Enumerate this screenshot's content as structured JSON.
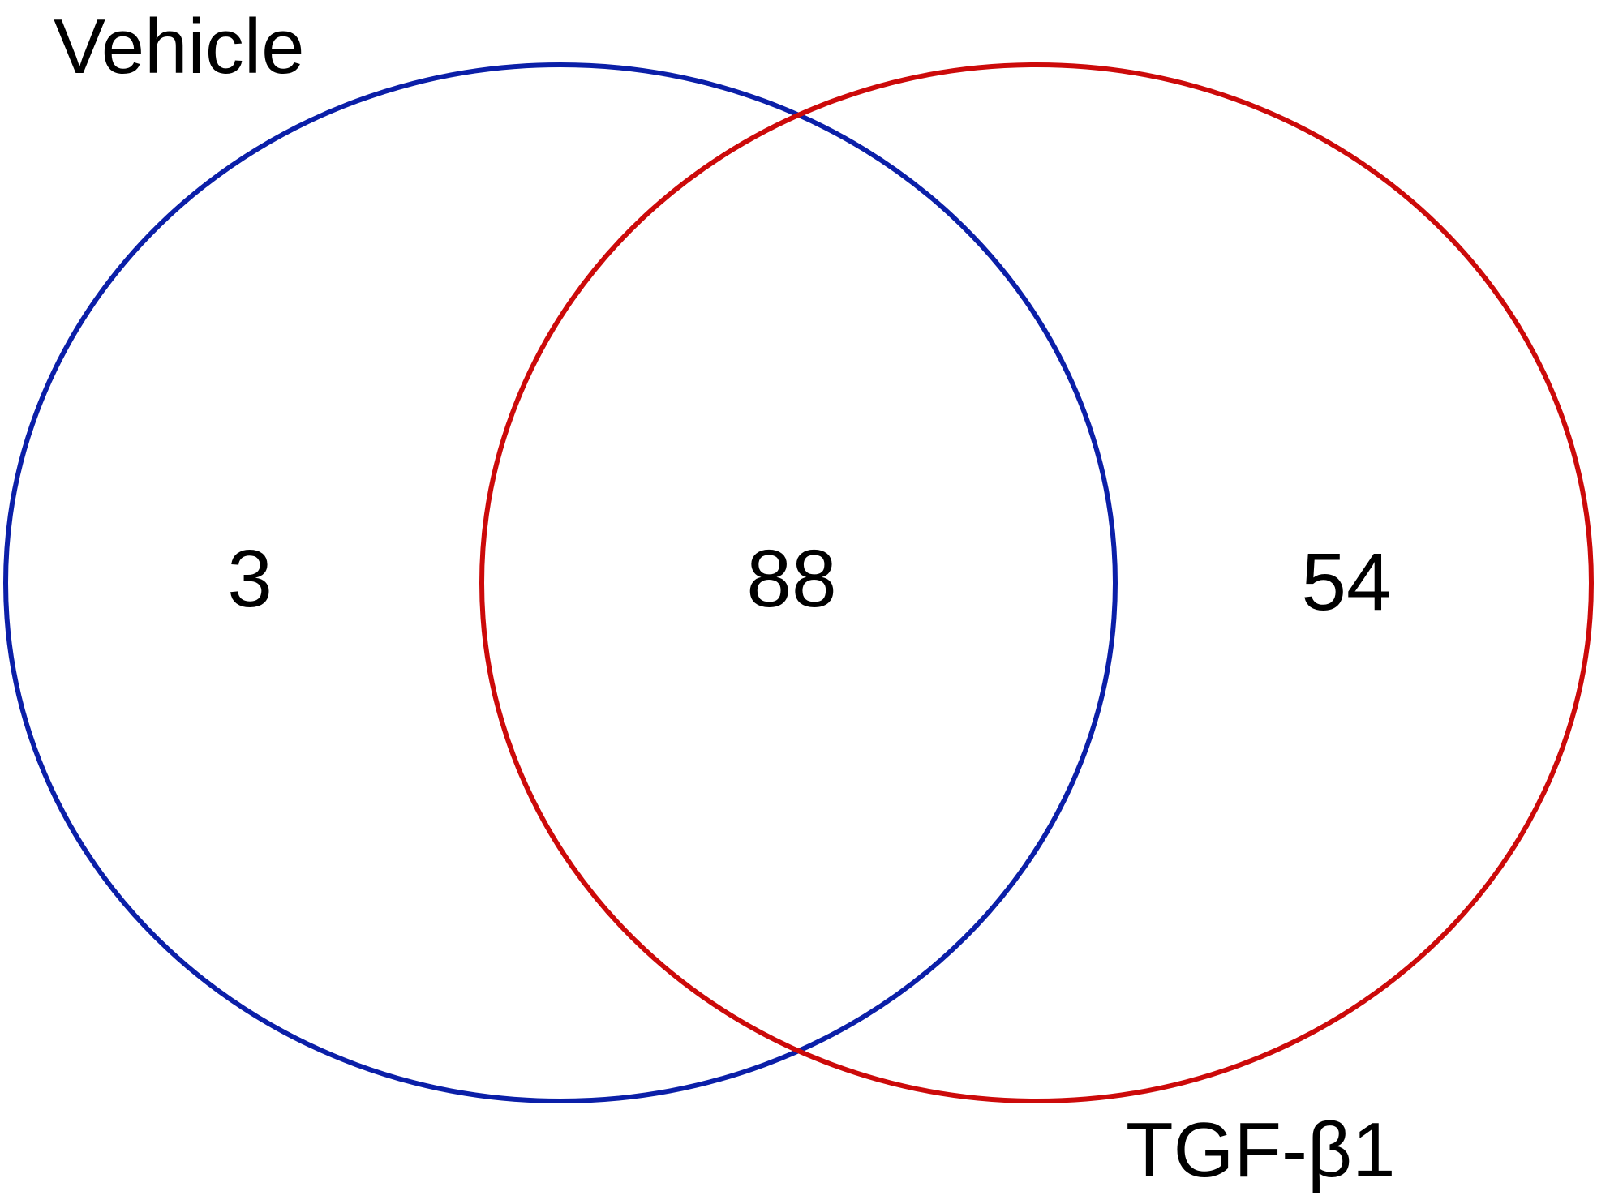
{
  "sets": [
    {
      "label": "Vehicle",
      "color": "#0b1fa8"
    },
    {
      "label": "TGF-β1",
      "color": "#cc0a0a"
    }
  ],
  "regions": {
    "vehicle_only": "3",
    "both": "88",
    "tgf_only": "54"
  }
}
